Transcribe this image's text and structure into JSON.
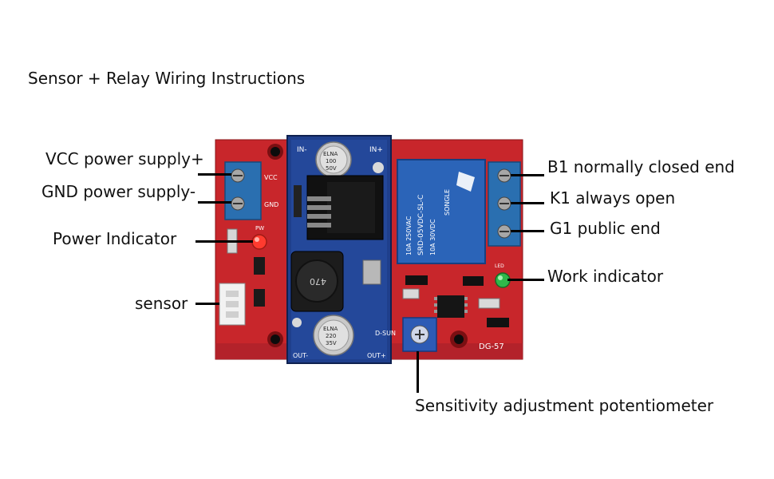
{
  "title": "Sensor + Relay Wiring Instructions",
  "labels": {
    "vcc": "VCC power supply+",
    "gnd": "GND power supply-",
    "power_indicator": "Power Indicator",
    "sensor": "sensor",
    "b1": "B1 normally closed end",
    "k1": "K1 always open",
    "g1": "G1 public end",
    "work_indicator": "Work indicator",
    "potentiometer": "Sensitivity adjustment potentiometer"
  },
  "board_markings": {
    "vcc_pin": "VCC",
    "gnd_pin": "GND",
    "pw": "PW",
    "in_minus": "IN-",
    "in_plus": "IN+",
    "out_minus": "OUT-",
    "out_plus": "OUT+",
    "d_sun": "D-SUN",
    "inductor_value": "470",
    "cap_brand": "ELNA",
    "cap_value_top": "100",
    "cap_voltage_top": "50V",
    "cap_value_bottom": "220",
    "cap_voltage_bottom": "35V",
    "relay_brand": "SONGLE",
    "relay_model": "SRD-05VDC-SL-C",
    "relay_rating_1": "10A 250VAC",
    "relay_rating_2": "10A 30VDC",
    "model": "DG-57",
    "led_label": "LED"
  },
  "colors": {
    "pcb_red": "#c8262b",
    "pcb_blue": "#1f3f8c",
    "terminal_blue": "#2a6fb0",
    "relay_blue": "#2b64b8",
    "led_red": "#ff3b2f",
    "led_green": "#2fb84a"
  }
}
